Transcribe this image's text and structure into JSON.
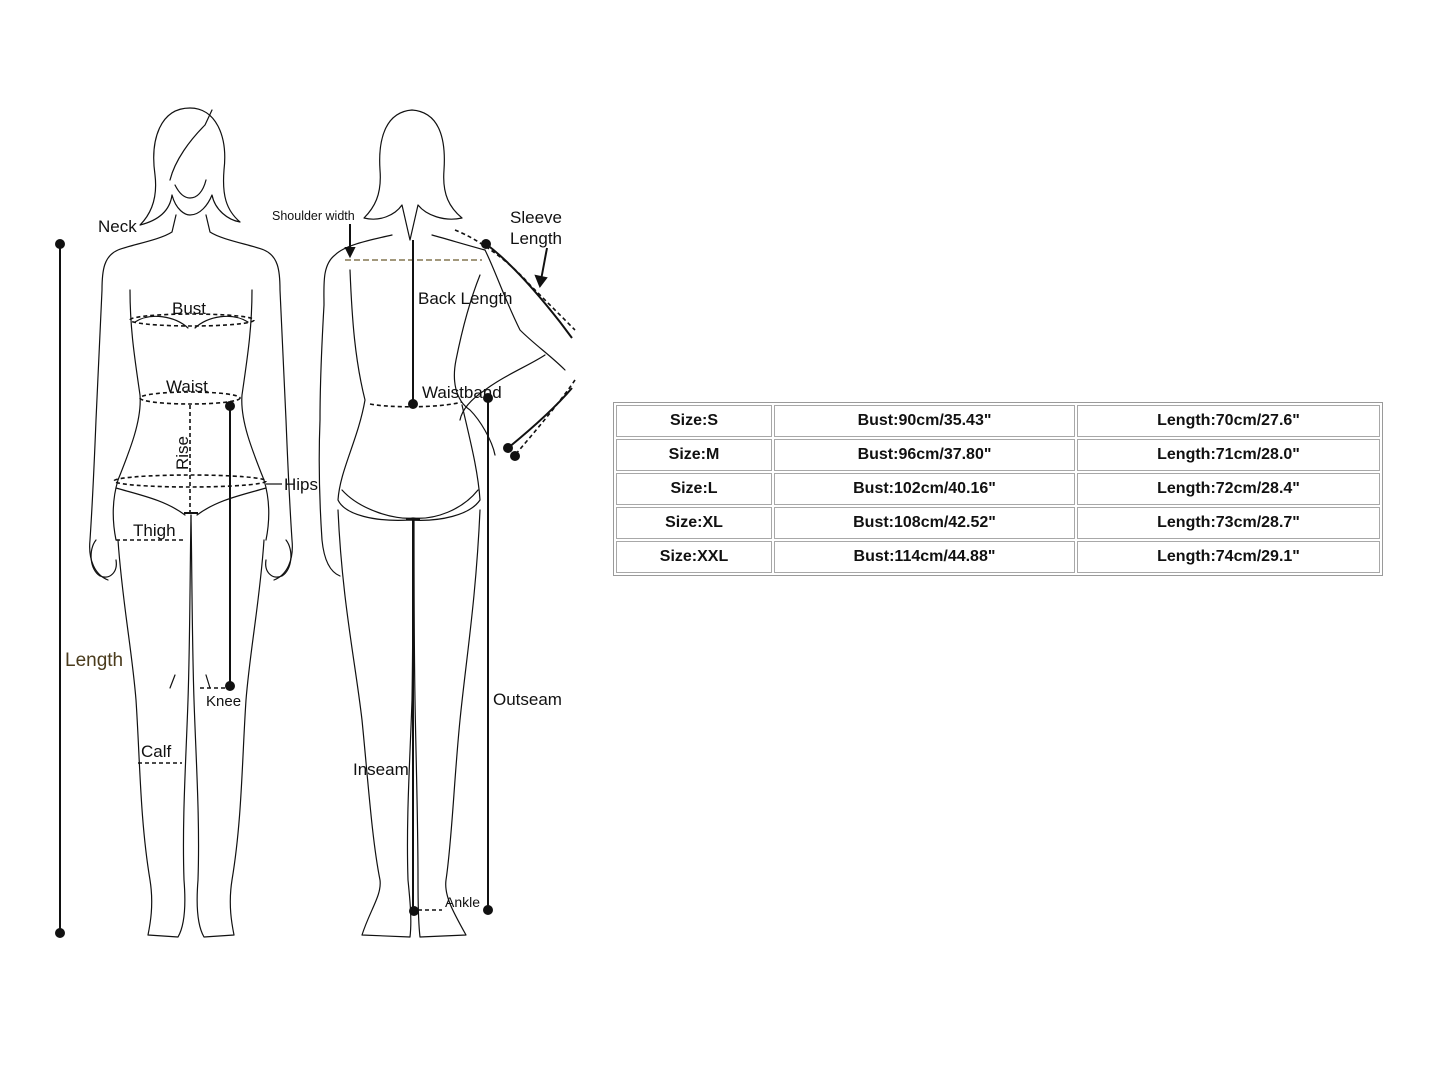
{
  "diagram": {
    "labels": {
      "neck": "Neck",
      "bust": "Bust",
      "waist": "Waist",
      "rise": "Rise",
      "hips": "Hips",
      "thigh": "Thigh",
      "length": "Length",
      "knee": "Knee",
      "calf": "Calf",
      "shoulder_width": "Shoulder width",
      "sleeve_length_line1": "Sleeve",
      "sleeve_length_line2": "Length",
      "back_length": "Back Length",
      "waistband": "Waistband",
      "outseam": "Outseam",
      "inseam": "Inseam",
      "ankle": "Ankle"
    },
    "colors": {
      "line": "#111111",
      "length_label": "#4a3b1c",
      "shoulder_guide": "#6b5a2e"
    }
  },
  "size_table": {
    "rows": [
      {
        "size": "Size:S",
        "bust": "Bust:90cm/35.43\"",
        "length": "Length:70cm/27.6\""
      },
      {
        "size": "Size:M",
        "bust": "Bust:96cm/37.80\"",
        "length": "Length:71cm/28.0\""
      },
      {
        "size": "Size:L",
        "bust": "Bust:102cm/40.16\"",
        "length": "Length:72cm/28.4\""
      },
      {
        "size": "Size:XL",
        "bust": "Bust:108cm/42.52\"",
        "length": "Length:73cm/28.7\""
      },
      {
        "size": "Size:XXL",
        "bust": "Bust:114cm/44.88\"",
        "length": "Length:74cm/29.1\""
      }
    ]
  }
}
